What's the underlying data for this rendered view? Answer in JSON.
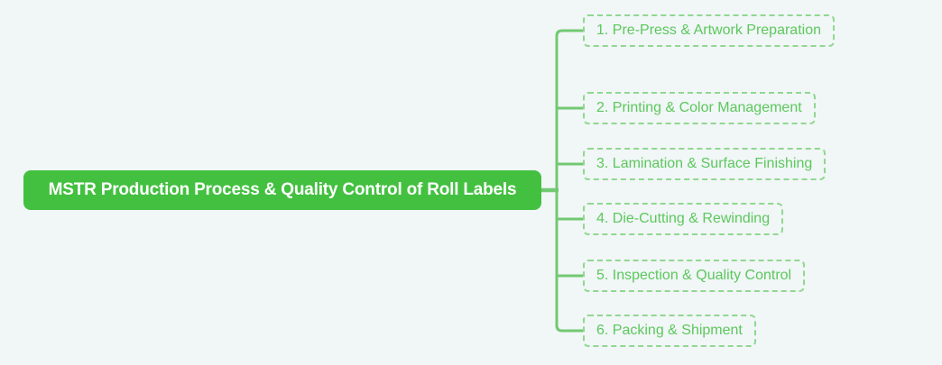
{
  "diagram": {
    "type": "mindmap",
    "root": {
      "label": "MSTR Production Process & Quality Control of Roll Labels"
    },
    "branches": [
      {
        "label": "1. Pre-Press & Artwork Preparation"
      },
      {
        "label": "2. Printing & Color Management"
      },
      {
        "label": "3. Lamination & Surface Finishing"
      },
      {
        "label": "4. Die-Cutting & Rewinding"
      },
      {
        "label": "5. Inspection & Quality Control"
      },
      {
        "label": "6. Packing & Shipment"
      }
    ],
    "colors": {
      "background": "#f1f6f7",
      "root_fill": "#43c040",
      "root_text": "#ffffff",
      "branch_border": "#90d890",
      "branch_text": "#5cc85c",
      "connector": "#72c972"
    }
  }
}
